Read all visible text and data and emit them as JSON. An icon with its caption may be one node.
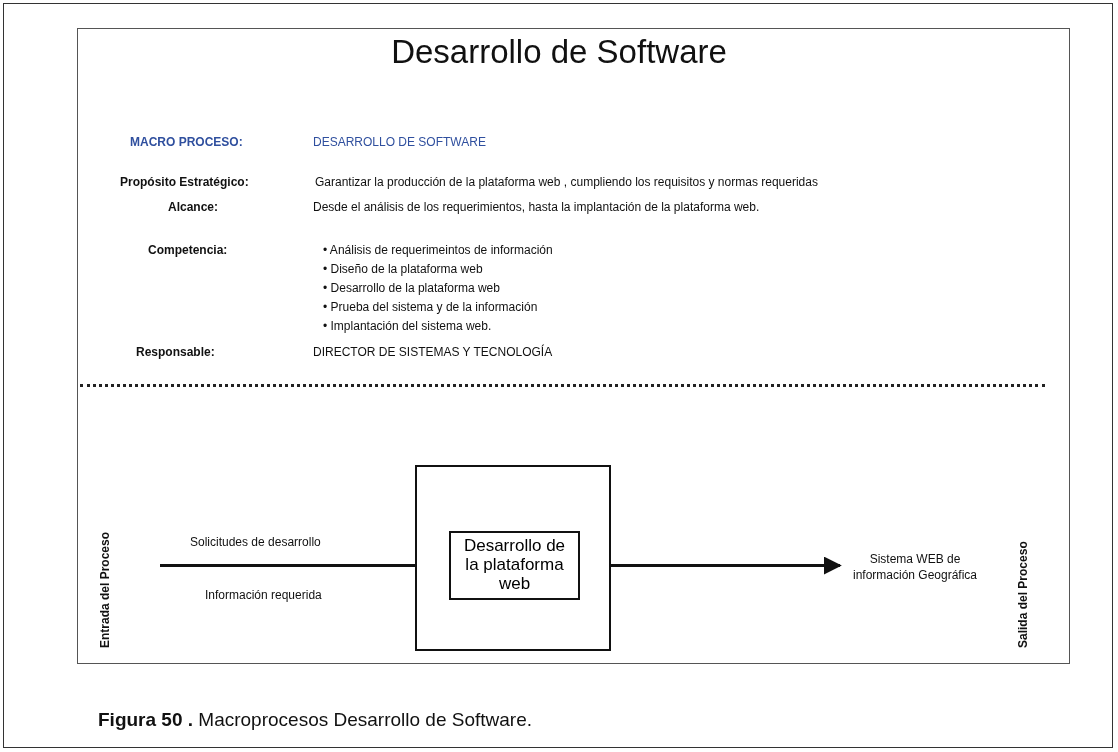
{
  "diagram": {
    "title": "Desarrollo de Software",
    "caption": "**Figura 50 .** Macroprocesos Desarrollo de Software.",
    "nodes": [
      {
        "text": [],
        "shape": "box"
      },
      {
        "text": [
          "Desarrollo de la plataforma web"
        ],
        "in": 0
      },
      {
        "text": [
          "Sistema WEB de información Geográfica"
        ]
      }
    ],
    "edges": [
      {
        "from": null,
        "to": 1,
        "arrow": "to",
        "label": "Solicitudes de desarrollo"
      },
      {
        "from": 1,
        "to": 2,
        "arrow": "to"
      }
    ],
    "labels": [
      "MACRO PROCESO:",
      "DESARROLLO DE SOFTWARE",
      "Propósito Estratégico:",
      "Garantizar la producción de la plataforma web , cumpliendo los requisitos y normas requeridas",
      "Alcance:",
      "Desde el análisis de los requerimientos, hasta la implantación de la plataforma web.",
      "Competencia:",
      "• Análisis de requerimeintos de información",
      "• Diseño de la plataforma web",
      "• Desarrollo de la plataforma web",
      "• Prueba del sistema y de la información",
      "• Implantación del sistema web.",
      "Responsable:",
      "DIRECTOR DE SISTEMAS Y TECNOLOGÍA",
      "Información requerida",
      "Entrada del Proceso",
      "Salida del Proceso"
    ]
  }
}
